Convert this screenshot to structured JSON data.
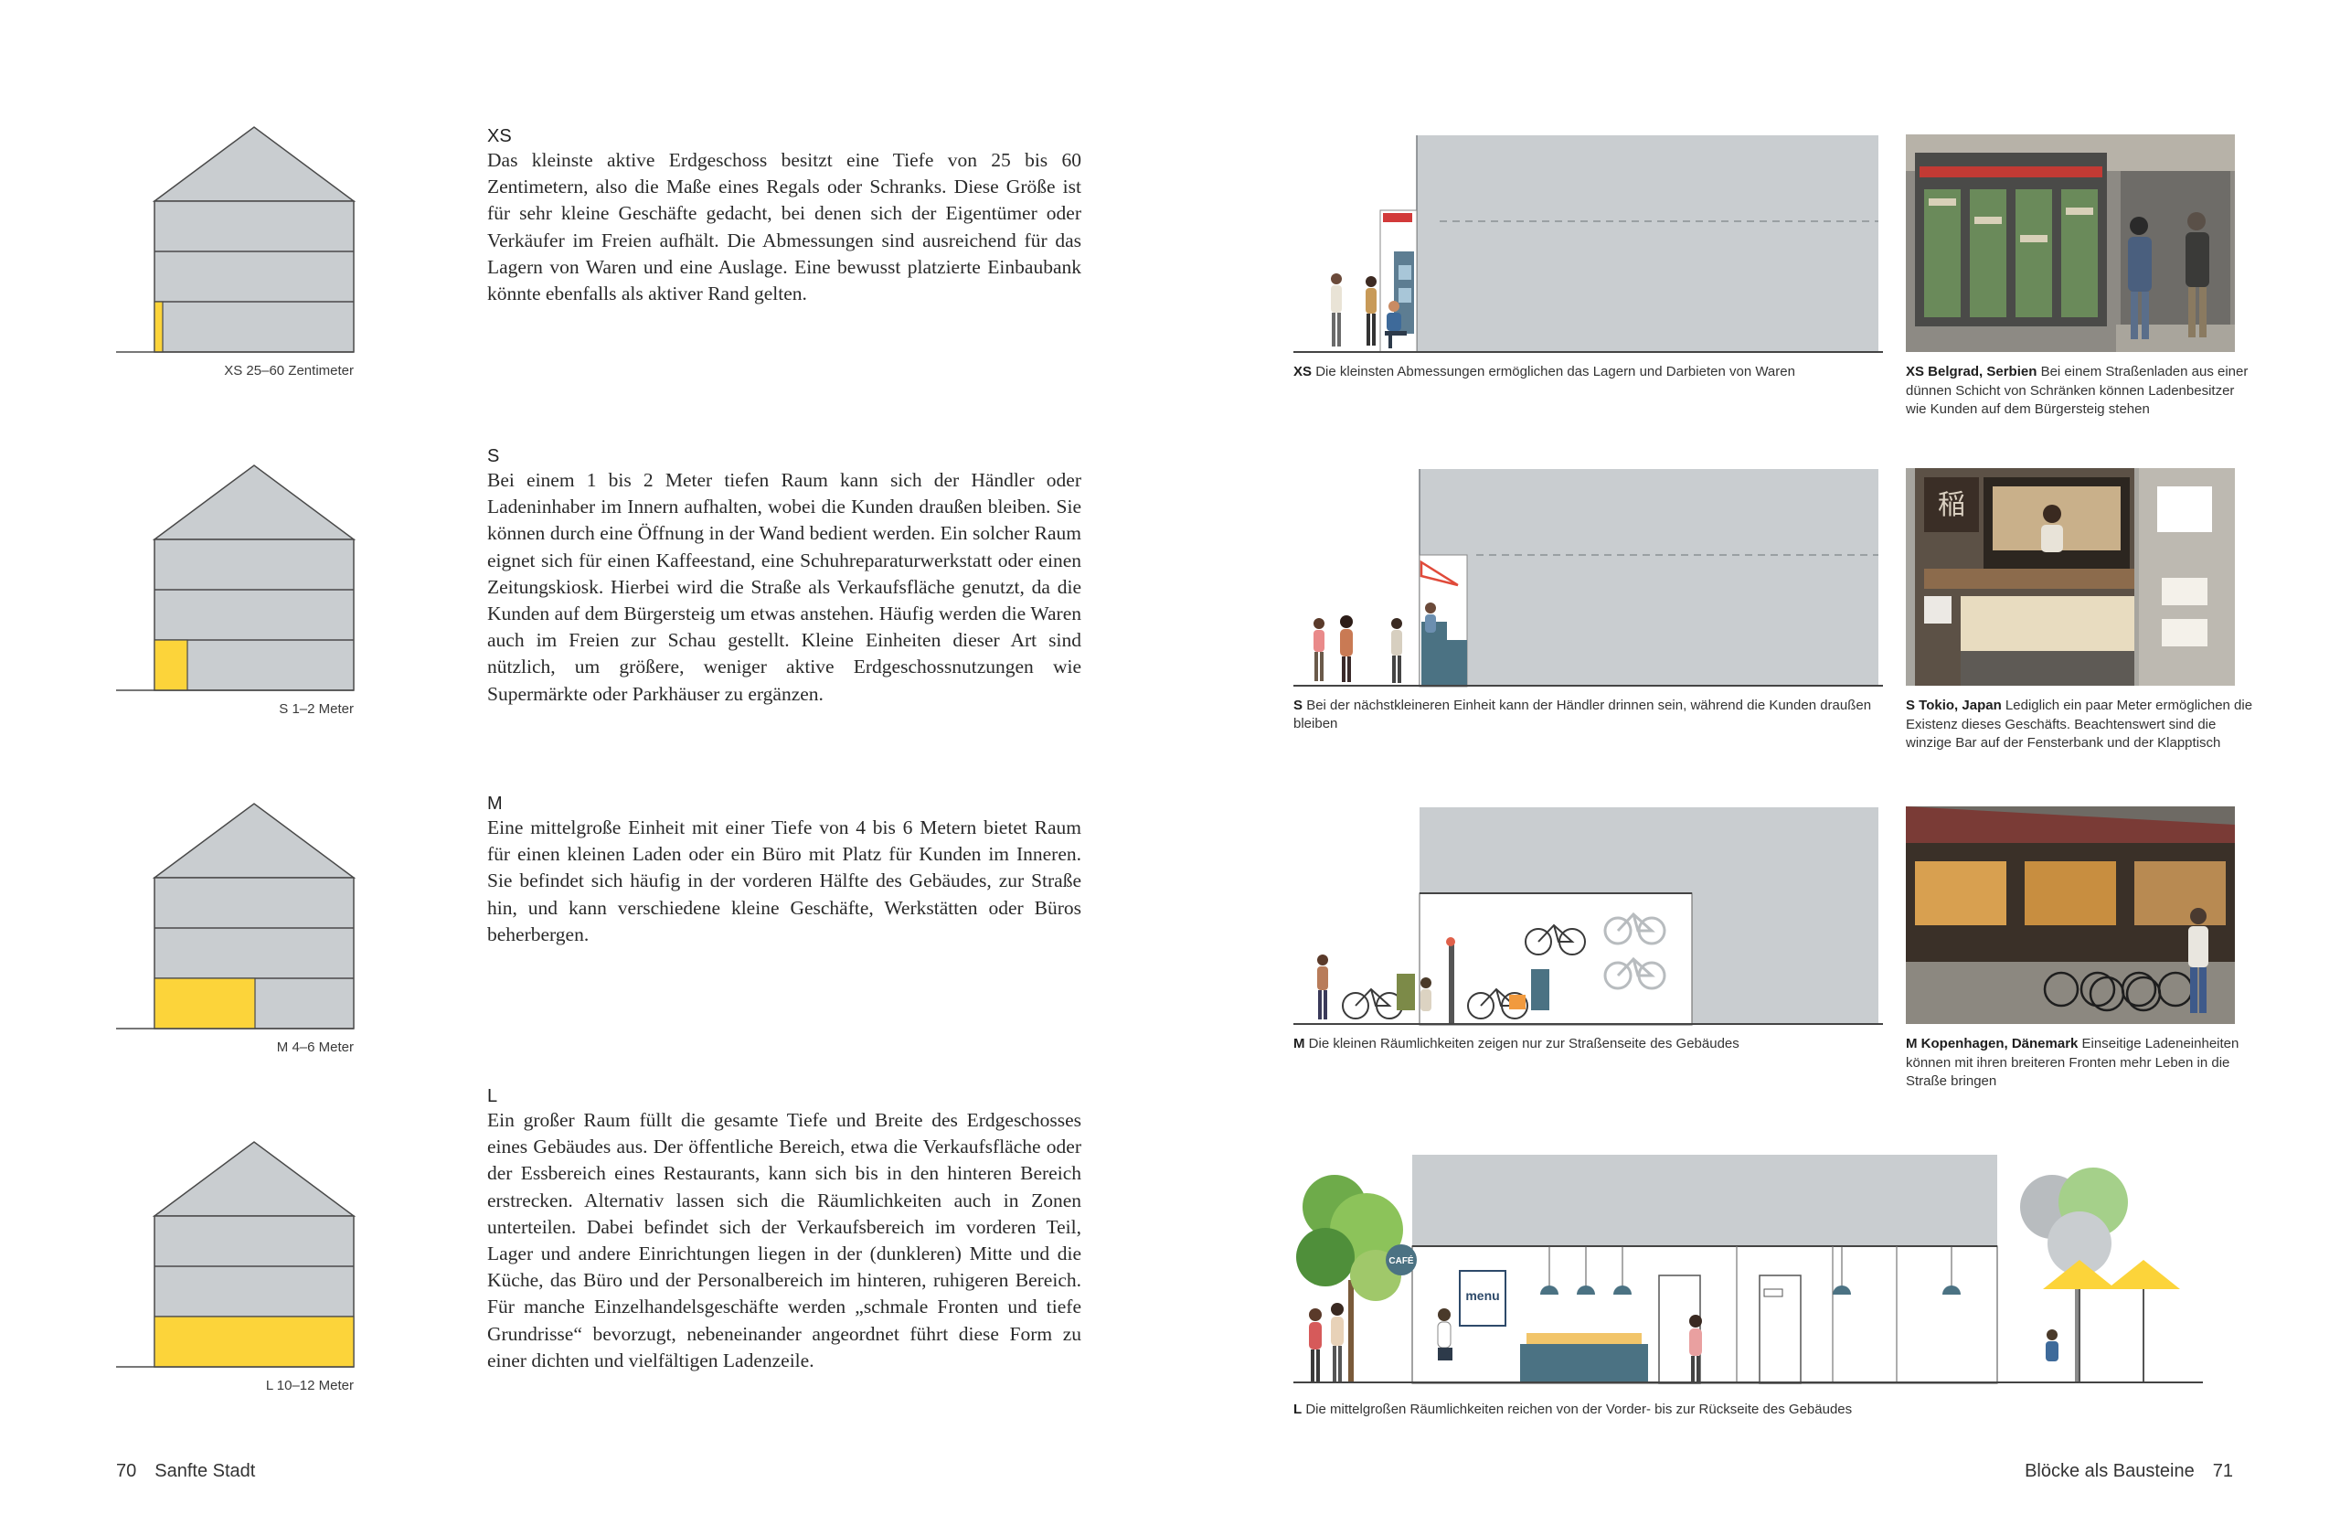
{
  "sections": [
    {
      "label": "XS",
      "caption": "XS 25–60 Zentimeter",
      "body": "Das kleinste aktive Erdgeschoss besitzt eine Tiefe von 25 bis 60 Zentimetern, also die Maße eines Regals oder Schranks. Diese Größe ist für sehr kleine Geschäfte gedacht, bei denen sich der Eigentümer oder Verkäufer im Freien aufhält. Die Abmessungen sind ausreichend für das Lagern von Waren und eine Auslage. Eine bewusst platzierte Einbaubank könnte ebenfalls als aktiver Rand gelten."
    },
    {
      "label": "S",
      "caption": "S 1–2 Meter",
      "body": "Bei einem 1 bis 2 Meter tiefen Raum kann sich der Händler oder Ladeninhaber im Innern aufhalten, wobei die Kunden draußen bleiben. Sie können durch eine Öffnung in der Wand bedient werden. Ein solcher Raum eignet sich für einen Kaffeestand, eine Schuhreparaturwerkstatt oder einen Zeitungskiosk. Hierbei wird die Straße als Verkaufsfläche genutzt, da die Kunden auf dem Bürgersteig um etwas anstehen. Häufig werden die Waren auch im Freien zur Schau gestellt. Kleine Einheiten dieser Art sind nützlich, um größere, weniger aktive Erdgeschossnutzungen wie Supermärkte oder Parkhäuser zu ergänzen."
    },
    {
      "label": "M",
      "caption": "M 4–6 Meter",
      "body": "Eine mittelgroße Einheit mit einer Tiefe von 4 bis 6 Metern bietet Raum für einen kleinen Laden oder ein Büro mit Platz für Kunden im Inneren. Sie befindet sich häufig in der vorderen Hälfte des Gebäudes, zur Straße hin, und kann verschiedene kleine Geschäfte, Werkstätten oder Büros beherbergen."
    },
    {
      "label": "L",
      "caption": "L 10–12 Meter",
      "body": "Ein großer Raum füllt die gesamte Tiefe und Breite des Erdgeschosses eines Gebäudes aus. Der öffentliche Bereich, etwa die Verkaufsfläche oder der Essbereich eines Restaurants, kann sich bis in den hinteren Bereich erstrecken. Alternativ lassen sich die Räumlichkeiten auch in Zonen unterteilen. Dabei befindet sich der Verkaufsbereich im vorderen Teil, Lager und andere Einrichtungen liegen in der (dunkleren) Mitte und die Küche, das Büro und der Personalbereich im hinteren, ruhigeren Bereich. Für manche Einzelhandelsgeschäfte werden „schmale Fronten und tiefe Grundrisse“ bevorzugt, nebeneinander angeordnet führt diese Form zu einer dichten und vielfältigen Ladenzeile."
    }
  ],
  "figures": [
    {
      "label": "XS",
      "text": "Die kleinsten Abmessungen ermöglichen das Lagern und Darbieten von Waren"
    },
    {
      "label": "S",
      "text": "Bei der nächstkleineren Einheit kann der Händler drinnen sein, während die Kunden draußen bleiben"
    },
    {
      "label": "M",
      "text": "Die kleinen Räumlichkeiten zeigen nur zur Straßenseite des Gebäudes"
    },
    {
      "label": "L",
      "text": "Die mittelgroßen Räumlichkeiten reichen von der Vorder- bis zur Rückseite des Gebäudes"
    }
  ],
  "photos": [
    {
      "place": "XS Belgrad, Serbien",
      "text": "Bei einem Straßenladen aus einer dünnen Schicht von Schränken können Ladenbesitzer wie Kunden auf dem Bürgersteig stehen"
    },
    {
      "place": "S Tokio, Japan",
      "text": "Lediglich ein paar Meter ermöglichen die Existenz dieses Geschäfts. Beachtenswert sind die winzige Bar auf der Fensterbank und der Klapptisch"
    },
    {
      "place": "M Kopenhagen, Dänemark",
      "text": "Einseitige Ladeneinheiten können mit ihren breiteren Fronten mehr Leben in die Straße bringen"
    }
  ],
  "illustration_text": {
    "cafe_sign": "CAFÉ",
    "menu_sign": "menu"
  },
  "footer": {
    "left_page": "70",
    "left_title": "Sanfte Stadt",
    "right_title": "Blöcke als Bausteine",
    "right_page": "71"
  },
  "colors": {
    "building_gray": "#c9cdd0",
    "accent_yellow": "#fcd43a",
    "counter_teal": "#4b7283"
  }
}
